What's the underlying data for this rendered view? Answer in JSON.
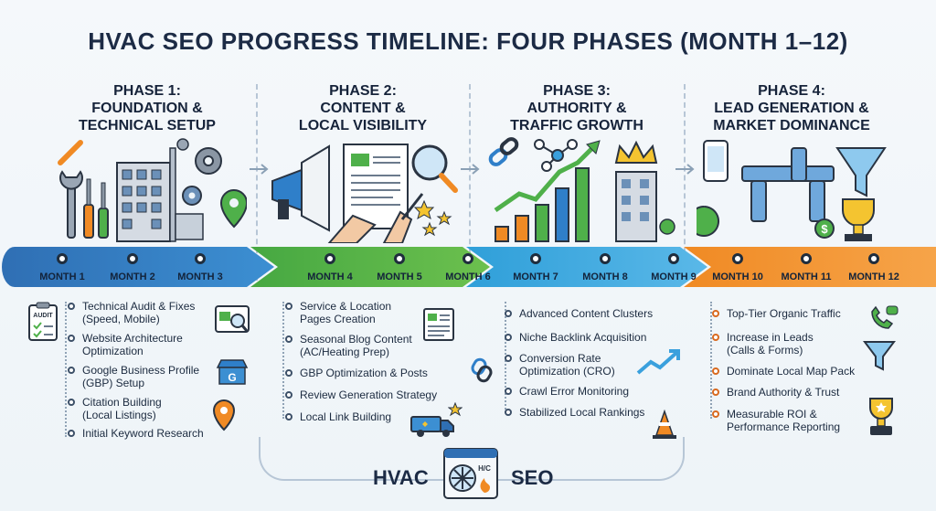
{
  "title": "HVAC SEO PROGRESS TIMELINE: FOUR PHASES (MONTH 1–12)",
  "phases": [
    {
      "line1": "PHASE 1:",
      "line2": "FOUNDATION &",
      "line3": "TECHNICAL SETUP",
      "color": "#2f7fc9",
      "months": [
        "MONTH 1",
        "MONTH 2",
        "MONTH 3"
      ],
      "items": [
        [
          "Technical Audit & Fixes",
          "(Speed, Mobile)"
        ],
        [
          "Website Architecture",
          "Optimization"
        ],
        [
          "Google Business Profile",
          "(GBP) Setup"
        ],
        [
          "Citation Building",
          "(Local Listings)"
        ],
        [
          "Initial Keyword Research"
        ]
      ],
      "icon_labels": {
        "audit": "AUDIT"
      }
    },
    {
      "line1": "PHASE 2:",
      "line2": "CONTENT &",
      "line3": "LOCAL VISIBILITY",
      "color": "#4fb04a",
      "months": [
        "MONTH 4",
        "MONTH 5",
        "MONTH 6"
      ],
      "items": [
        [
          "Service & Location",
          "Pages Creation"
        ],
        [
          "Seasonal Blog Content",
          "(AC/Heating Prep)"
        ],
        [
          "GBP Optimization & Posts"
        ],
        [
          "Review Generation Strategy"
        ],
        [
          "Local Link Building"
        ]
      ]
    },
    {
      "line1": "PHASE 3:",
      "line2": "AUTHORITY &",
      "line3": "TRAFFIC GROWTH",
      "color": "#3aa0dd",
      "months": [
        "MONTH 7",
        "MONTH 8",
        "MONTH 9"
      ],
      "items": [
        [
          "Advanced Content Clusters"
        ],
        [
          "Niche Backlink Acquisition"
        ],
        [
          "Conversion Rate",
          "Optimization (CRO)"
        ],
        [
          "Crawl Error Monitoring"
        ],
        [
          "Stabilized Local Rankings"
        ]
      ]
    },
    {
      "line1": "PHASE 4:",
      "line2": "LEAD GENERATION &",
      "line3": "MARKET DOMINANCE",
      "color": "#f08a24",
      "months": [
        "MONTH 10",
        "MONTH 11",
        "MONTH 12"
      ],
      "items": [
        [
          "Top-Tier Organic Traffic"
        ],
        [
          "Increase in Leads",
          "(Calls & Forms)"
        ],
        [
          "Dominate Local Map Pack"
        ],
        [
          "Brand Authority & Trust"
        ],
        [
          "Measurable ROI &",
          "Performance Reporting"
        ]
      ]
    }
  ],
  "footer": {
    "left_word": "HVAC",
    "right_word": "SEO",
    "unit_label": "H/C"
  },
  "icons": {
    "phase1": [
      "wrench-icon",
      "screwdriver-icon",
      "building-icon",
      "gear-icon",
      "map-pin-icon"
    ],
    "phase2": [
      "megaphone-icon",
      "document-icon",
      "magnifier-icon",
      "star-icon"
    ],
    "phase3": [
      "link-icon",
      "network-icon",
      "bar-chart-icon",
      "crown-icon"
    ],
    "phase4": [
      "phone-icon",
      "pipe-icon",
      "funnel-icon",
      "trophy-icon",
      "dollar-icon"
    ]
  }
}
